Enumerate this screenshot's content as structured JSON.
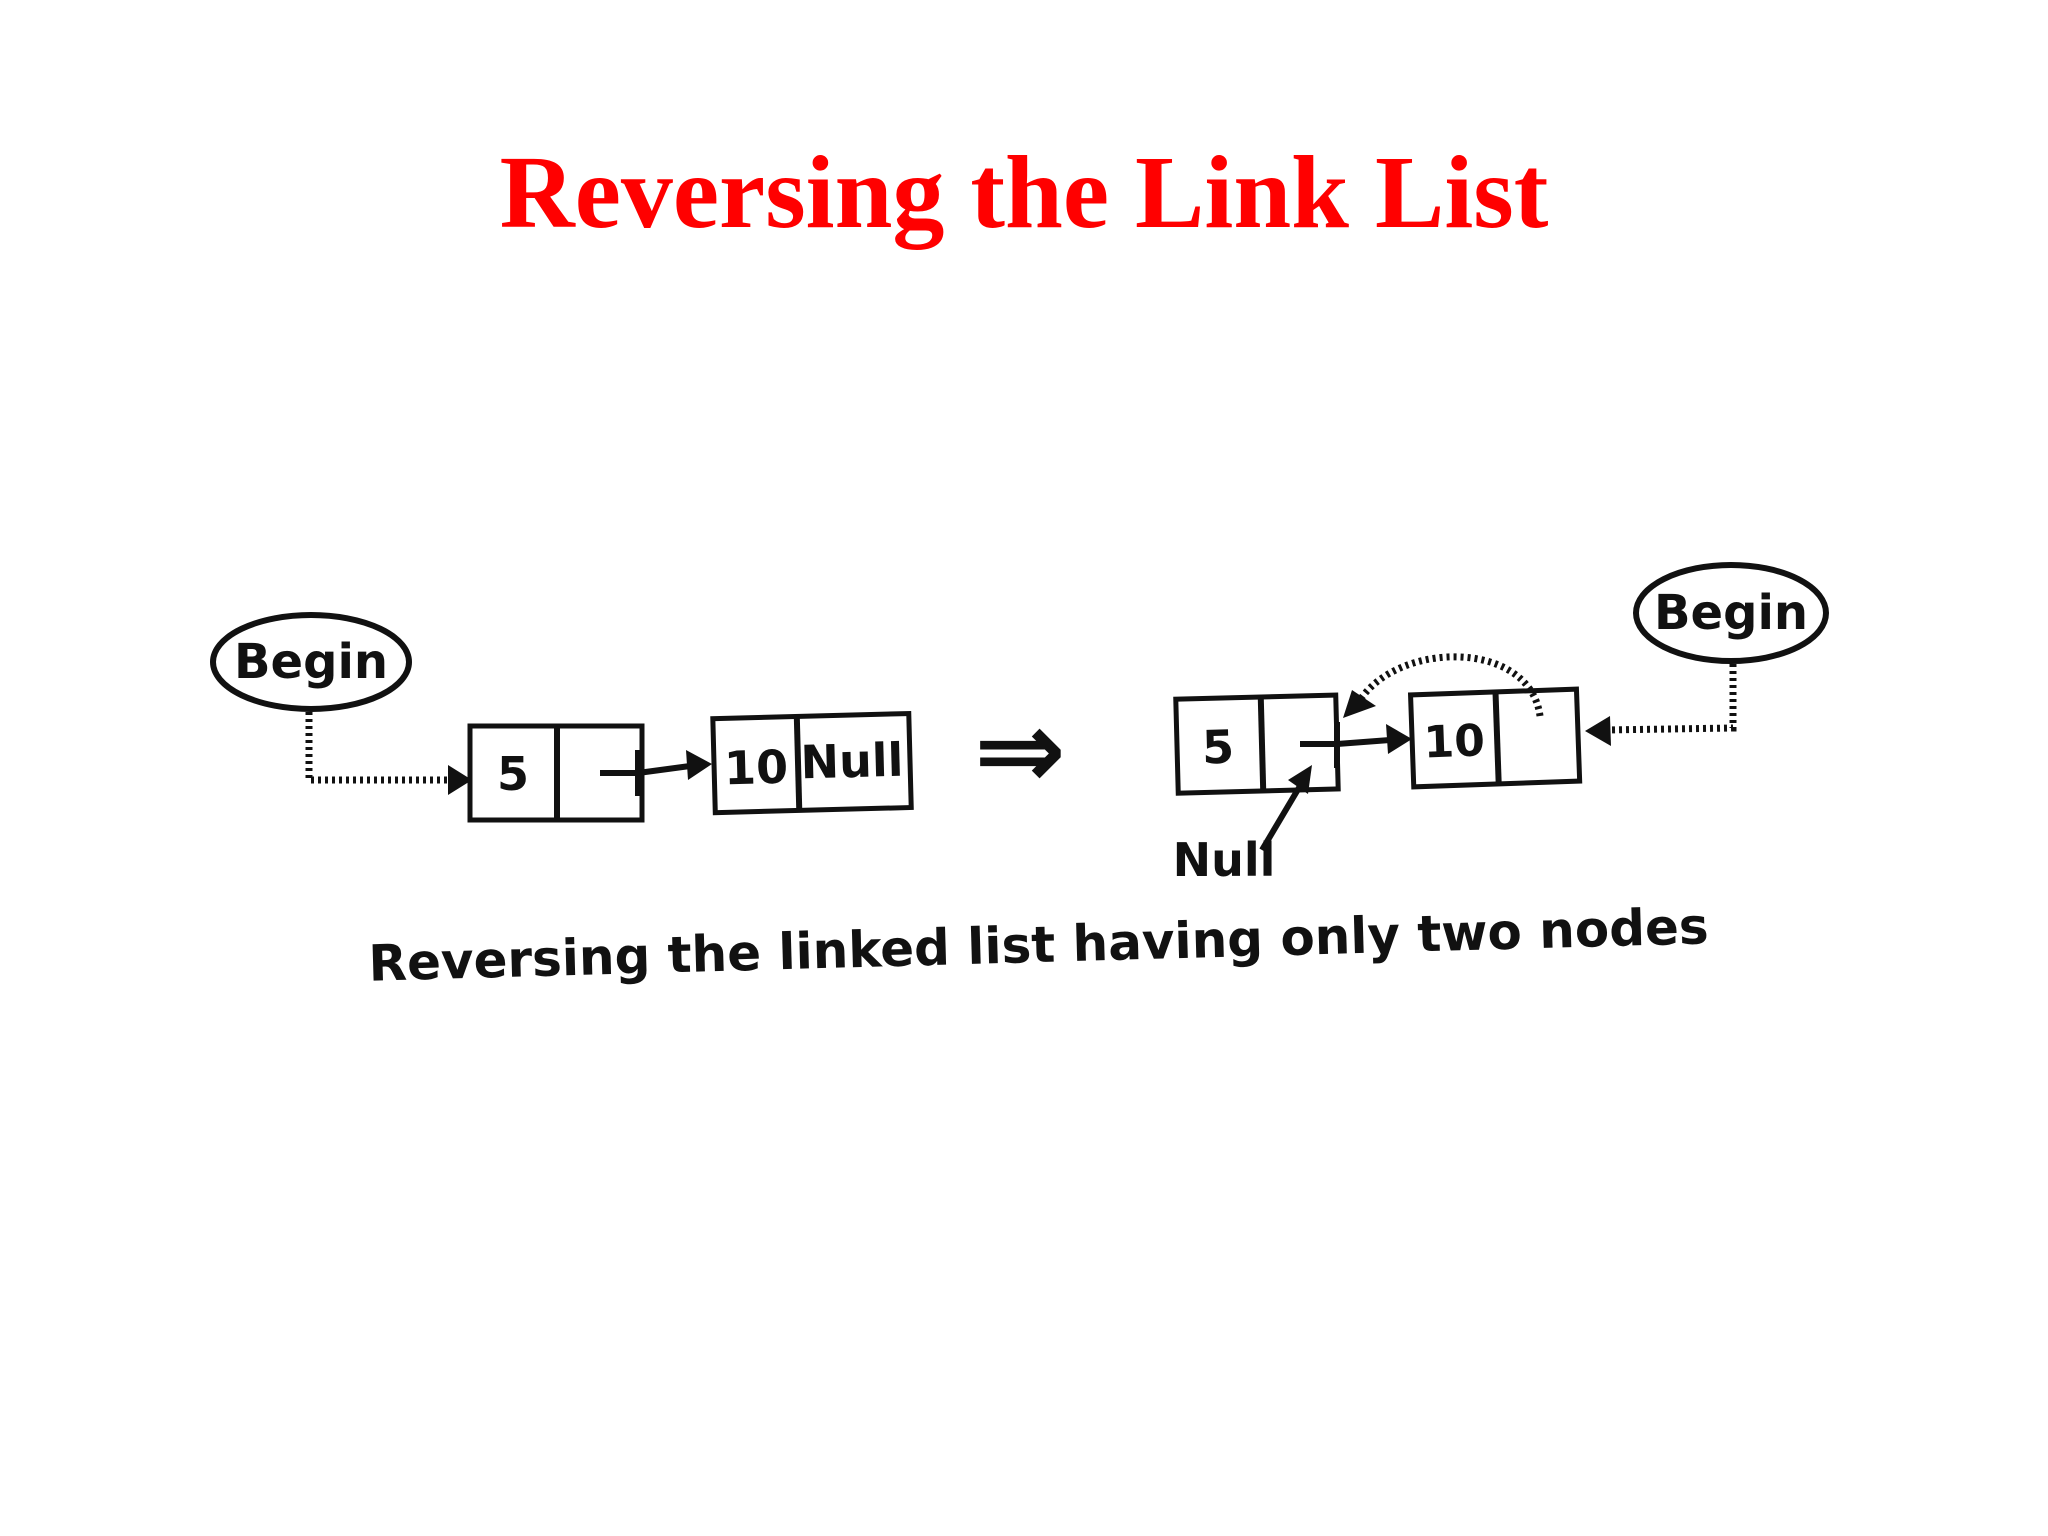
{
  "slide": {
    "title": "Reversing the Link List",
    "title_color": "#ff0000"
  },
  "diagram": {
    "before": {
      "begin_label": "Begin",
      "node1_value": "5",
      "node2_value": "10",
      "node2_next": "Null"
    },
    "after": {
      "begin_label": "Begin",
      "node1_value": "5",
      "node2_value": "10",
      "node1_next": "Null"
    },
    "transition_symbol": "⇒",
    "caption": "Reversing the linked list having only two nodes"
  }
}
